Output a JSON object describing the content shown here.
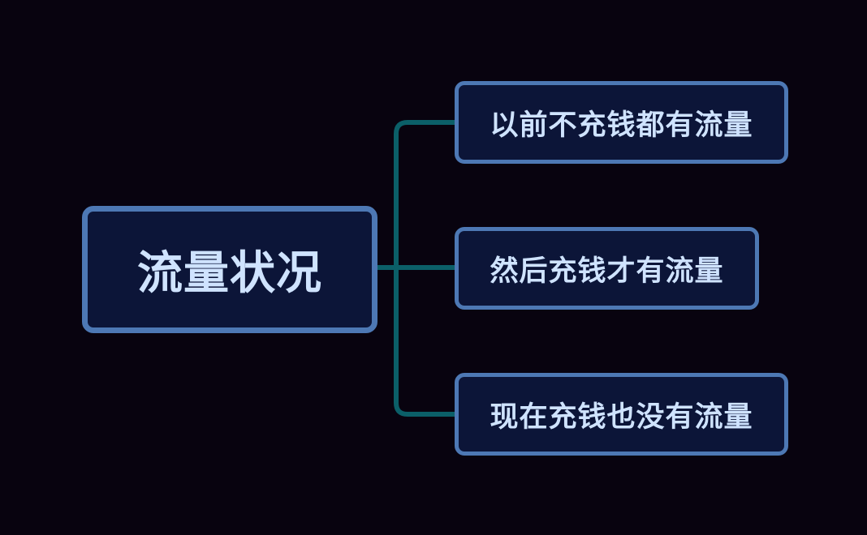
{
  "mindmap": {
    "root": {
      "label": "流量状况"
    },
    "branches": [
      {
        "label": "以前不充钱都有流量"
      },
      {
        "label": "然后充钱才有流量"
      },
      {
        "label": "现在充钱也没有流量"
      }
    ]
  },
  "colors": {
    "background": "#08030f",
    "node_fill": "#0c1538",
    "node_border": "#4d78b4",
    "node_text": "#cfe3ff",
    "connector": "#0b5f68"
  }
}
